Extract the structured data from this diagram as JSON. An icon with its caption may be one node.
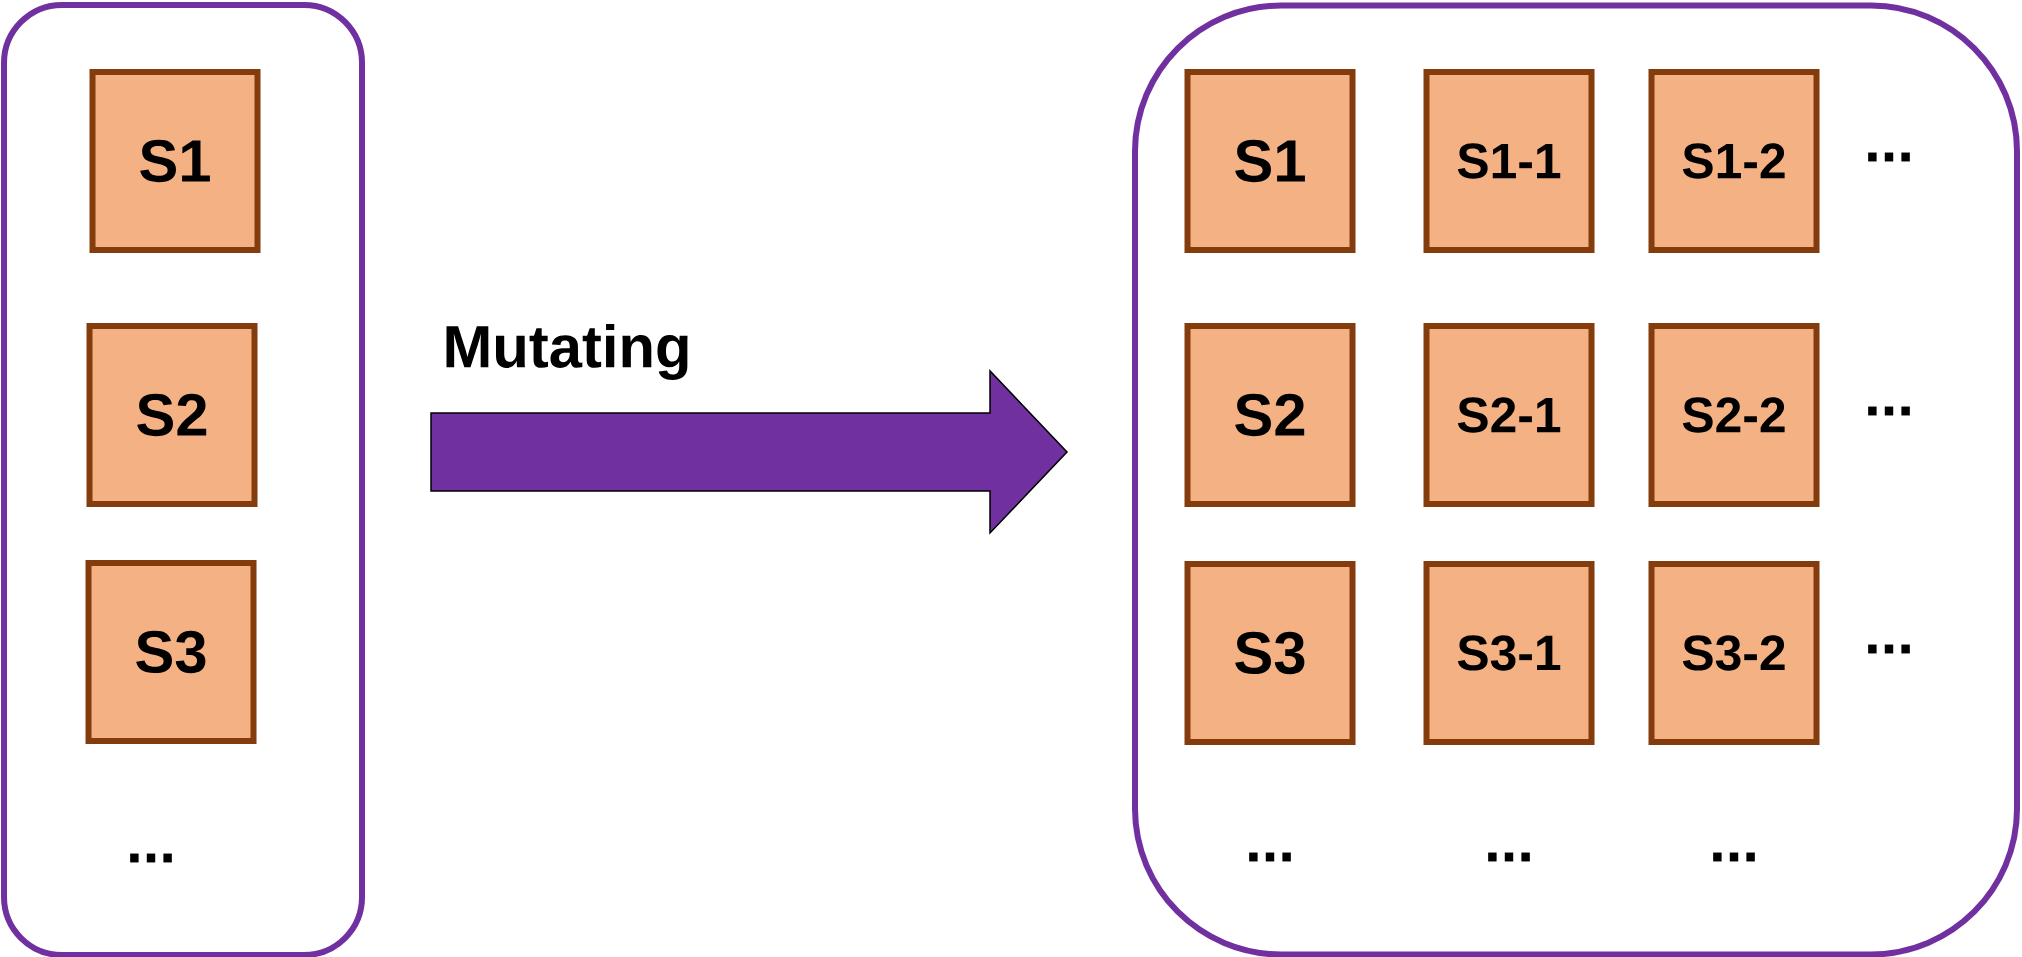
{
  "diagram": {
    "nodes": [
      {
        "text": [],
        "shape": "box"
      },
      {
        "text": [
          "S1"
        ],
        "in": 0
      },
      {
        "text": [
          "S2"
        ],
        "in": 0
      },
      {
        "text": [
          "S3"
        ],
        "in": 0
      },
      {
        "text": [],
        "shape": "box"
      },
      {
        "text": [
          "S1"
        ],
        "in": 4
      },
      {
        "text": [
          "S1-1"
        ],
        "in": 4
      },
      {
        "text": [
          "S1-2"
        ],
        "in": 4
      },
      {
        "text": [
          "S2"
        ],
        "in": 4
      },
      {
        "text": [
          "S2-1"
        ],
        "in": 4
      },
      {
        "text": [
          "S2-2"
        ],
        "in": 4
      },
      {
        "text": [
          "S3"
        ],
        "in": 4
      },
      {
        "text": [
          "S3-1"
        ],
        "in": 4
      },
      {
        "text": [
          "S3-2"
        ],
        "in": 4
      }
    ],
    "edges": [
      {
        "from": 0,
        "to": 4,
        "arrow": "to",
        "label": "Mutating"
      }
    ],
    "labels": [
      "...",
      "...",
      "...",
      "...",
      "...",
      "...",
      "..."
    ]
  }
}
